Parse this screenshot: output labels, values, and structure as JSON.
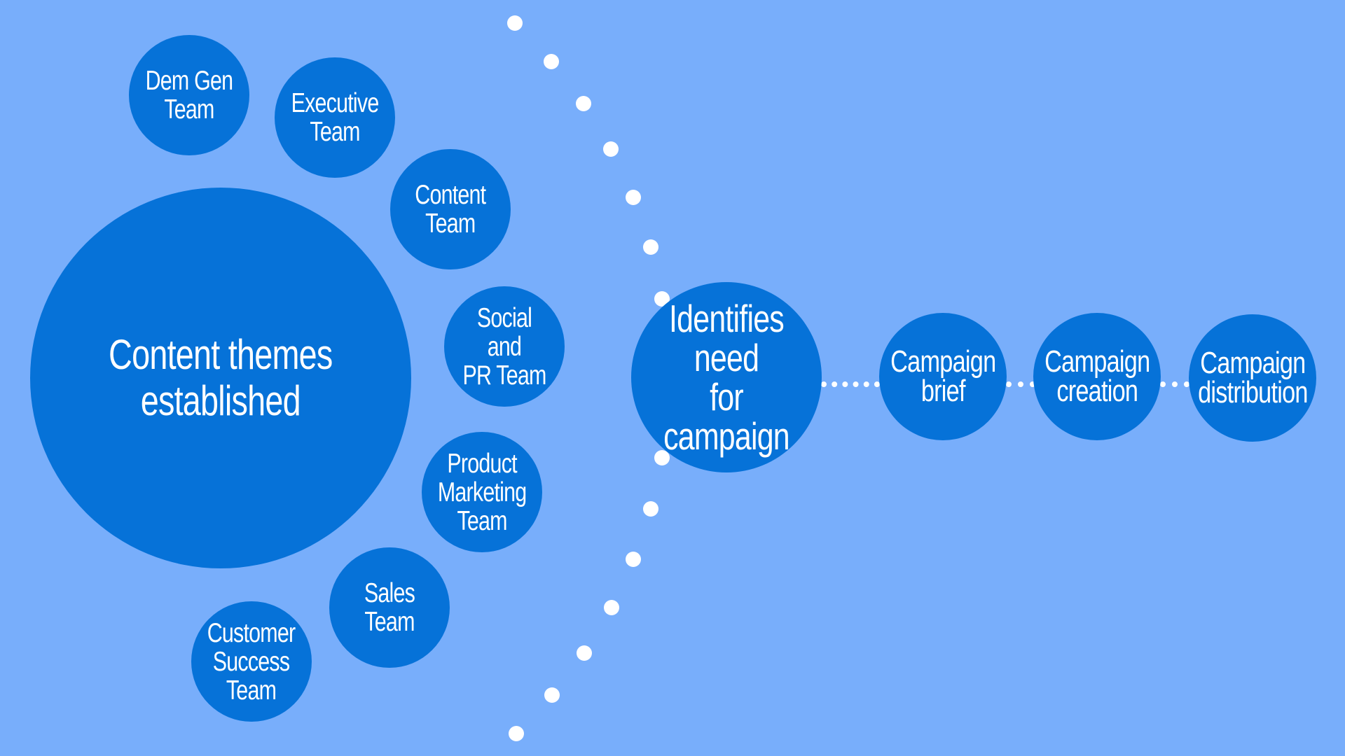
{
  "colors": {
    "background": "#78AEFB",
    "node_fill": "#0672D8",
    "text": "#FFFFFF",
    "dots": "#FFFFFF"
  },
  "main_node": {
    "label": "Content themes\nestablished"
  },
  "teams": [
    {
      "label": "Dem Gen\nTeam"
    },
    {
      "label": "Executive\nTeam"
    },
    {
      "label": "Content\nTeam"
    },
    {
      "label": "Social and\nPR Team"
    },
    {
      "label": "Product\nMarketing\nTeam"
    },
    {
      "label": "Sales Team"
    },
    {
      "label": "Customer\nSuccess\nTeam"
    }
  ],
  "hub": {
    "label": "Identifies need\nfor campaign"
  },
  "steps": [
    {
      "label": "Campaign\nbrief"
    },
    {
      "label": "Campaign\ncreation"
    },
    {
      "label": "Campaign\ndistribution"
    }
  ]
}
